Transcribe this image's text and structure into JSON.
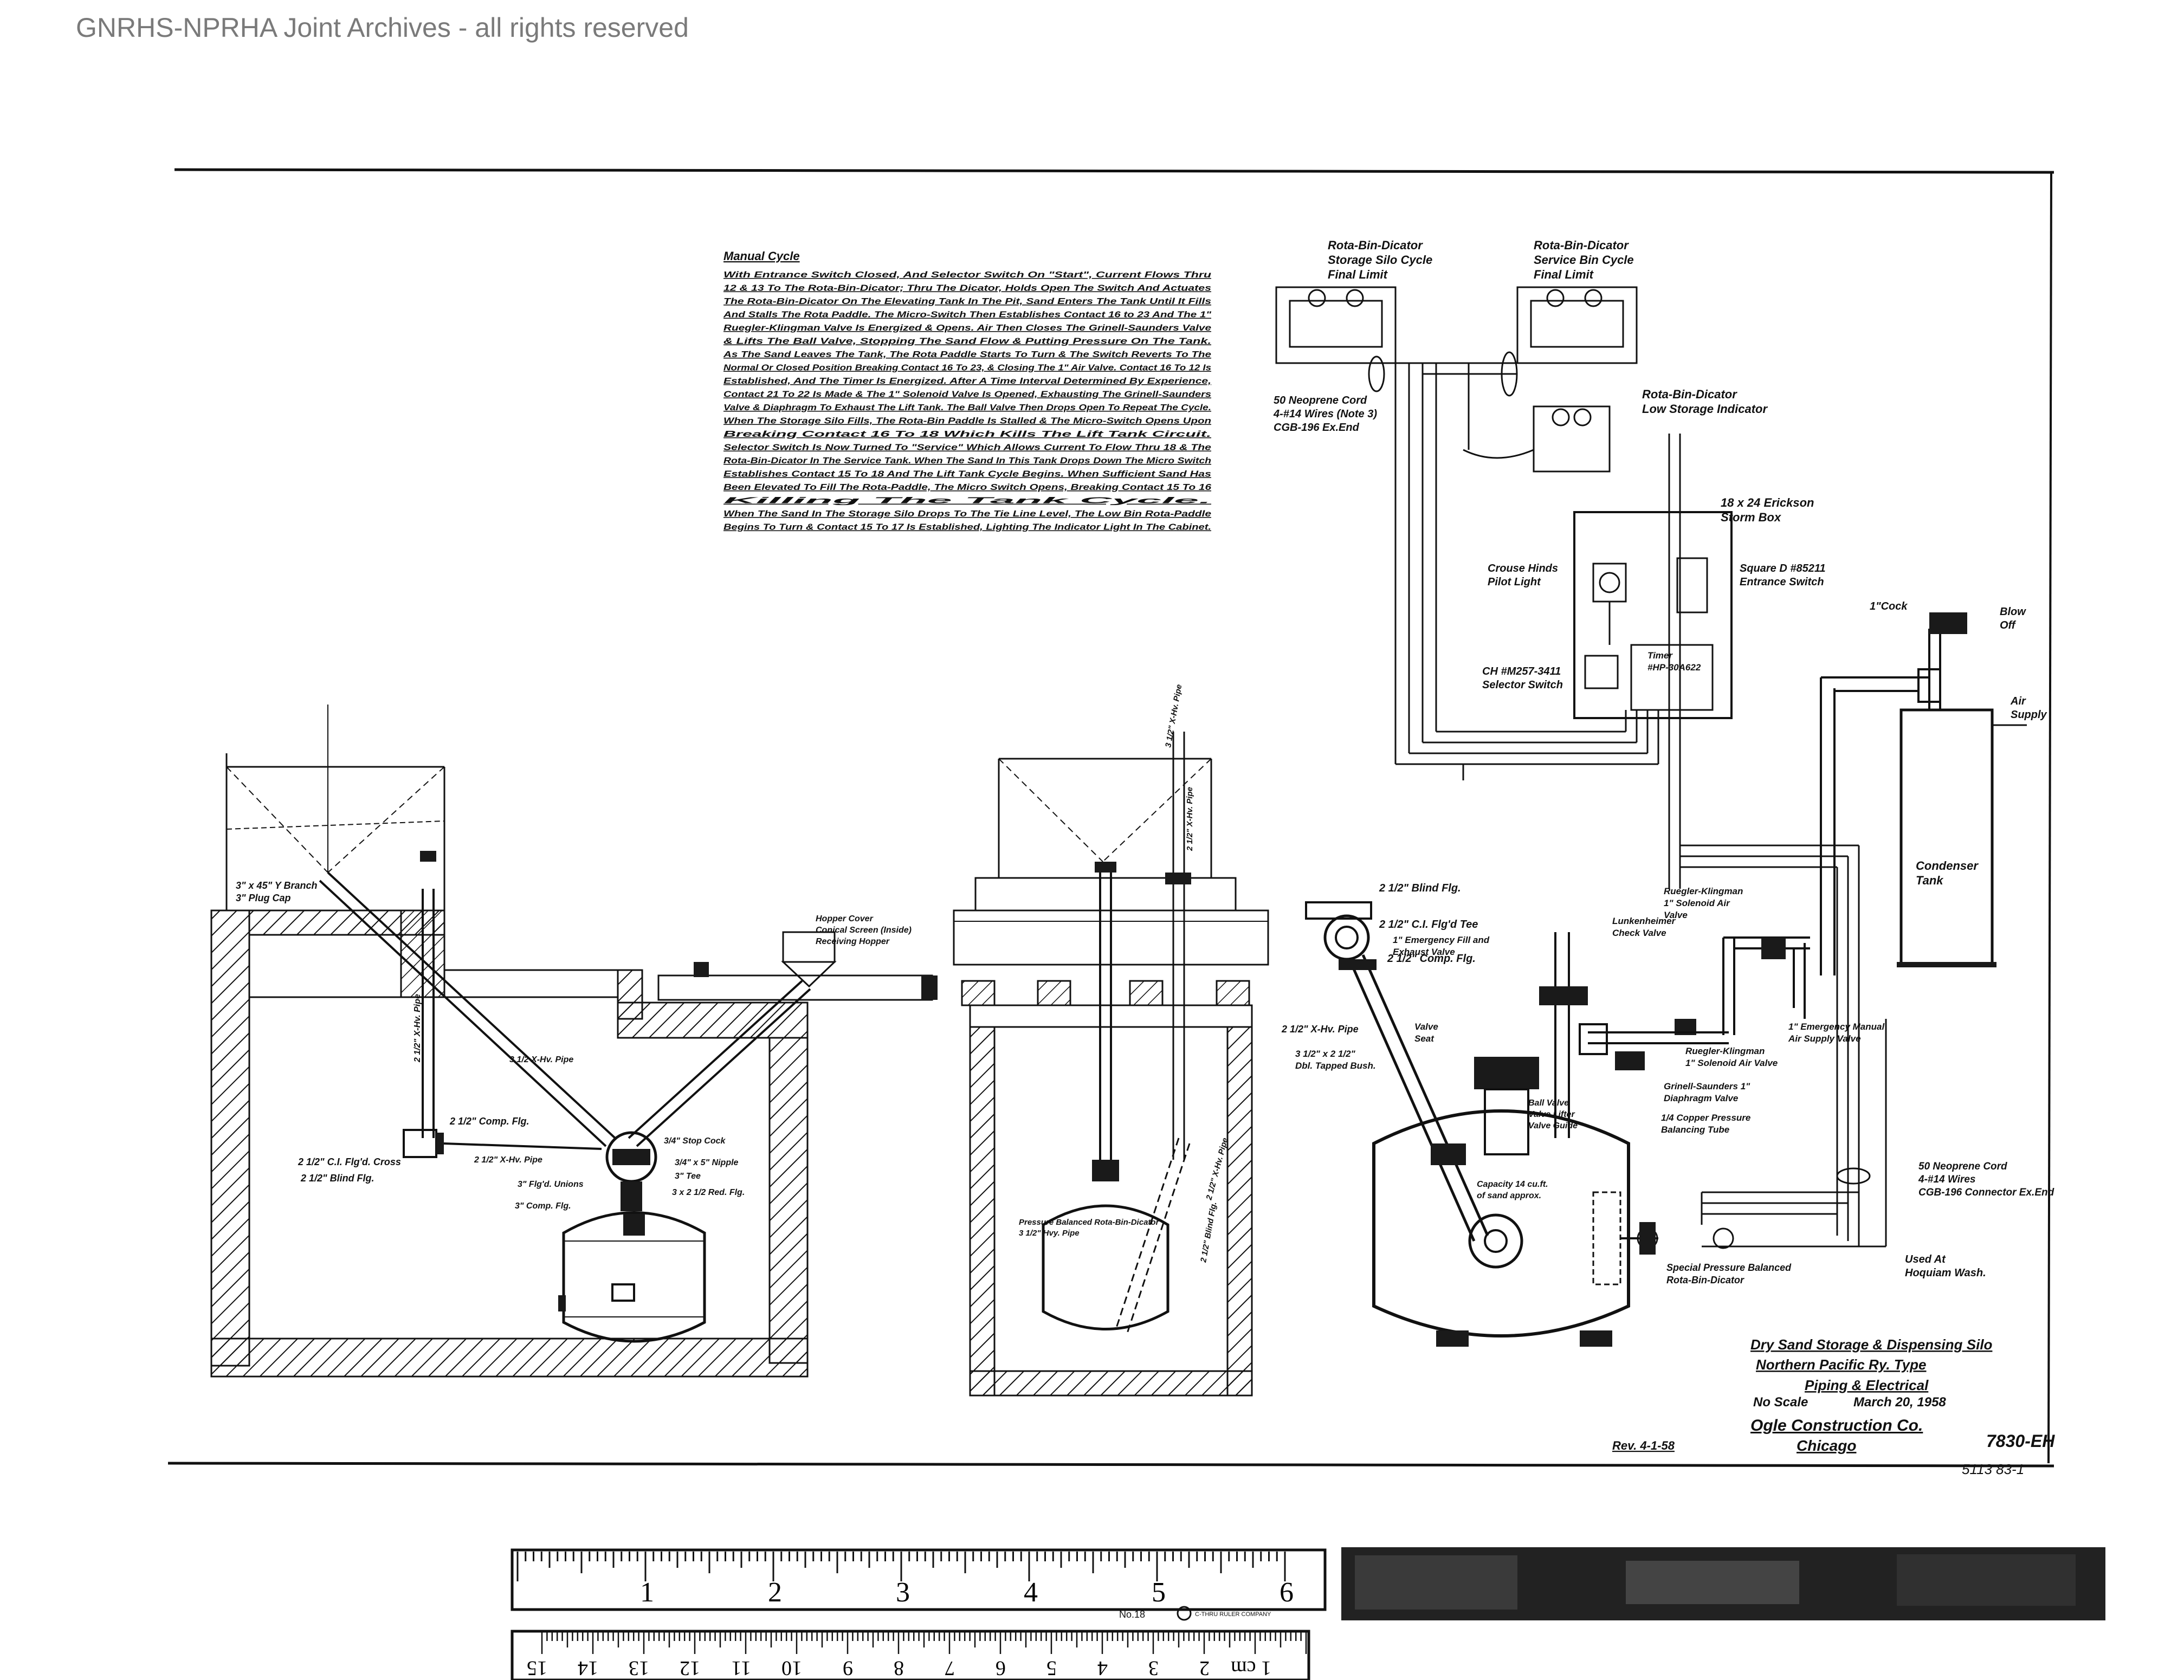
{
  "header": {
    "archive_notice": "GNRHS-NPRHA Joint Archives - all rights reserved"
  },
  "notes": {
    "title": "Manual Cycle",
    "lines": [
      "With Entrance Switch Closed, And Selector Switch On \"Start\", Current Flows Thru",
      "12 & 13 To The Rota-Bin-Dicator; Thru The Dicator, Holds Open The Switch And Actuates",
      "The Rota-Bin-Dicator On The Elevating Tank In The Pit, Sand Enters The Tank Until It Fills",
      "And Stalls The Rota Paddle. The Micro-Switch Then Establishes Contact 16 to 23 And The 1\"",
      "Ruegler-Klingman Valve Is Energized & Opens. Air Then Closes The Grinell-Saunders Valve",
      "& Lifts The Ball Valve, Stopping The Sand Flow & Putting Pressure On The Tank.",
      "As The Sand Leaves The Tank, The Rota Paddle Starts To Turn & The Switch Reverts To The",
      "Normal Or Closed Position Breaking Contact 16 To 23, & Closing The 1\" Air Valve. Contact 16 To 12 Is",
      "Established, And The Timer Is Energized. After A Time Interval Determined By Experience,",
      "Contact 21 To 22 Is Made & The 1\" Solenoid Valve Is Opened, Exhausting The Grinell-Saunders",
      "Valve & Diaphragm To Exhaust The Lift Tank. The Ball Valve Then Drops Open To Repeat The Cycle.",
      "When The Storage Silo Fills, The Rota-Bin Paddle Is Stalled & The Micro-Switch Opens Upon",
      "Breaking Contact 16 To 18 Which Kills The Lift Tank Circuit.",
      "Selector Switch Is Now Turned To \"Service\" Which Allows Current To Flow Thru 18 & The",
      "Rota-Bin-Dicator In The Service Tank. When The Sand In This Tank Drops Down The Micro Switch",
      "Establishes Contact 15 To 18 And The Lift Tank Cycle Begins. When Sufficient Sand Has",
      "Been Elevated To Fill The Rota-Paddle, The Micro Switch Opens, Breaking Contact 15 To 16",
      "Killing The Tank Cycle.",
      "When The Sand In The Storage Silo Drops To The Tie Line Level, The Low Bin Rota-Paddle",
      "Begins To Turn & Contact 15 To 17 Is Established, Lighting The Indicator Light In The Cabinet."
    ]
  },
  "labels": {
    "rota_storage": [
      "Rota-Bin-Dicator",
      "Storage Silo Cycle",
      "Final Limit"
    ],
    "rota_service": [
      "Rota-Bin-Dicator",
      "Service Bin Cycle",
      "Final Limit"
    ],
    "rota_low": [
      "Rota-Bin-Dicator",
      "Low Storage Indicator"
    ],
    "neoprene_cord_top": [
      "50 Neoprene Cord",
      "4-#14 Wires (Note 3)",
      "CGB-196 Ex.End"
    ],
    "erickson_box": [
      "18 x 24 Erickson",
      "Storm Box"
    ],
    "crouse_hinds": [
      "Crouse Hinds",
      "Pilot Light"
    ],
    "square_d": [
      "Square D #85211",
      "Entrance Switch"
    ],
    "timer": [
      "Timer",
      "#HP-30A622"
    ],
    "selector": [
      "CH #M257-3411",
      "Selector Switch"
    ],
    "cock": "1\"Cock",
    "blow_off": [
      "Blow",
      "Off"
    ],
    "air_supply": [
      "Air",
      "Supply"
    ],
    "condenser": [
      "Condenser",
      "Tank"
    ],
    "ruegler_solenoid": [
      "Ruegler-Klingman",
      "1\" Solenoid Air",
      "Valve"
    ],
    "lunkenheimer": [
      "Lunkenheimer",
      "Check Valve"
    ],
    "emergency_air": [
      "1\" Emergency Manual",
      "Air Supply Valve"
    ],
    "ruegler_1in": [
      "Ruegler-Klingman",
      "1\" Solenoid Air Valve"
    ],
    "grinell": [
      "Grinell-Saunders 1\"",
      "Diaphragm Valve"
    ],
    "copper": [
      "1/4 Copper Pressure",
      "Balancing Tube"
    ],
    "blind_flg_r": "2 1/2\" Blind Flg.",
    "ci_flgd_tee": "2 1/2\" C.I. Flg'd Tee",
    "comp_flg_r": "2 1/2\" Comp. Flg.",
    "emergency_fill": [
      "1\" Emergency Fill and",
      "Exhaust Valve"
    ],
    "pipe_r": "2 1/2\" X-Hv. Pipe",
    "valve_seat": [
      "Valve",
      "Seat"
    ],
    "tapped_bush": [
      "3 1/2\" x 2 1/2\"",
      "Dbl. Tapped Bush."
    ],
    "ball_valve": [
      "Ball Valve",
      "Valve Lifter",
      "Valve Guide"
    ],
    "capacity": [
      "Capacity 14 cu.ft.",
      "of sand approx."
    ],
    "neoprene_cord_bot": [
      "50 Neoprene Cord",
      "4-#14 Wires",
      "CGB-196 Connector Ex.End"
    ],
    "special_pressure": [
      "Special Pressure Balanced",
      "Rota-Bin-Dicator"
    ],
    "used_at": [
      "Used At",
      "Hoquiam Wash."
    ],
    "wye_branch": [
      "3\" x 45\" Y Branch",
      "3\" Plug Cap"
    ],
    "hopper_cover": [
      "Hopper Cover",
      "Conical Screen (Inside)",
      "Receiving Hopper"
    ],
    "ci_cross": "2 1/2\" C.I. Flg'd. Cross",
    "comp_flg_l": "2 1/2\" Comp. Flg.",
    "blind_flg_l": "2 1/2\" Blind Flg.",
    "pipe_l": "2 1/2\" X-Hv. Pipe",
    "stop_cock": "3/4\" Stop Cock",
    "nipple": "3/4\" x 5\" Nipple",
    "tee": "3\" Tee",
    "red_flg": "3 x 2 1/2 Red. Flg.",
    "unions": "3\" Flg'd. Unions",
    "comp_flg_small": "3\" Comp. Flg.",
    "pipe_x": "3 1/2 X-Hv. Pipe",
    "balanced": [
      "Pressure Balanced Rota-Bin-Dicator",
      "3 1/2\" Hvy. Pipe"
    ],
    "pipe_vert_l": "2 1/2\" X-Hv. Pipe",
    "pipe_vert_mid": "2 1/2\" X-Hv. Pipe",
    "pipe_vert_top": "3 1/2\" X-Hv. Pipe",
    "blind_flg_mid": "2 1/2\" Blind Flg.",
    "pipe_mid": "2 1/2\" X-Hv. Pipe"
  },
  "title_block": {
    "line1": "Dry Sand Storage & Dispensing Silo",
    "line2": "Northern Pacific Ry. Type",
    "line3": "Piping & Electrical",
    "scale": "No Scale",
    "date": "March 20, 1958",
    "company": "Ogle Construction Co.",
    "city": "Chicago",
    "drawing_no": "7830-EH",
    "rev": "Rev. 4-1-58",
    "handwritten": "5113 83-1"
  },
  "ruler": {
    "inch_labels": [
      "1",
      "2",
      "3",
      "4",
      "5",
      "6"
    ],
    "cm_label": "1 cm",
    "cm_labels": [
      "2",
      "3",
      "4",
      "5",
      "6",
      "7",
      "8",
      "9",
      "10",
      "11",
      "12",
      "13",
      "14",
      "15"
    ],
    "maker_no": "No.18",
    "maker_text": "C-THRU RULER COMPANY"
  }
}
